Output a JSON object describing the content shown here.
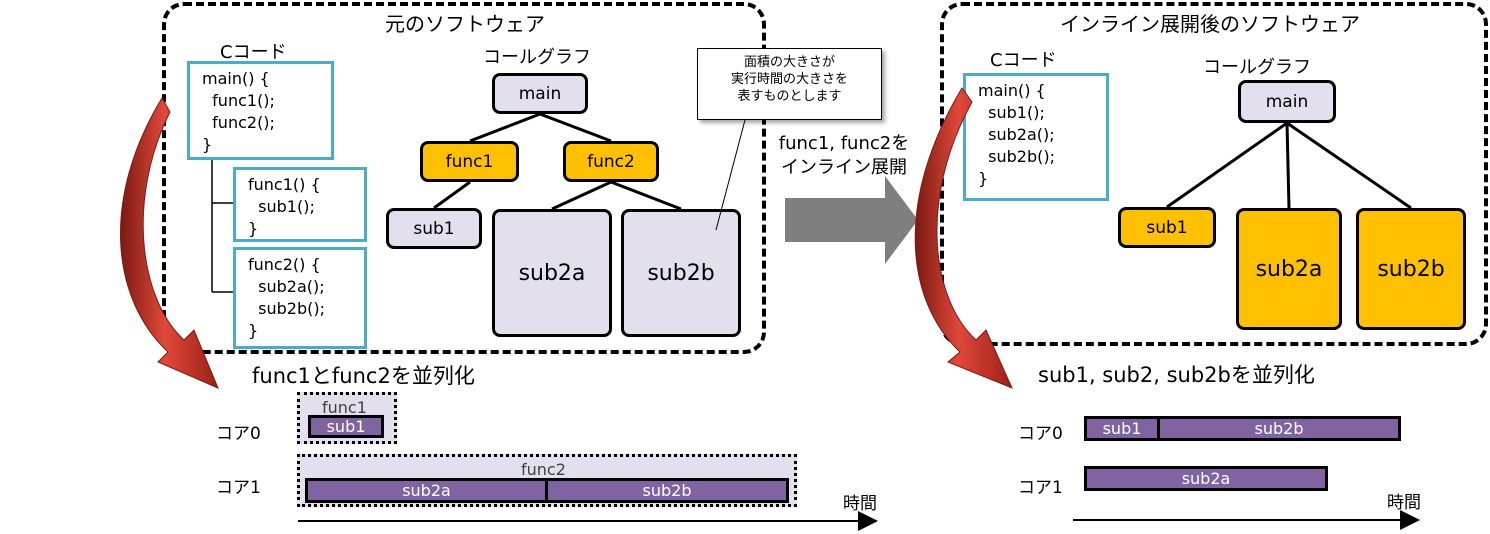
{
  "left_panel": {
    "title": "元のソフトウェア",
    "code_label": "Cコード",
    "code_main": "main() {\n  func1();\n  func2();\n}",
    "code_func1": "func1() {\n  sub1();\n}",
    "code_func2": "func2() {\n  sub2a();\n  sub2b();\n}",
    "graph_label": "コールグラフ",
    "nodes": {
      "main": "main",
      "func1": "func1",
      "func2": "func2",
      "sub1": "sub1",
      "sub2a": "sub2a",
      "sub2b": "sub2b"
    },
    "callout": "面積の大きさが\n実行時間の大きさを\n表すものとします"
  },
  "middle": {
    "inline_label": "func1, func2を\nインライン展開"
  },
  "right_panel": {
    "title": "インライン展開後のソフトウェア",
    "code_label": "Cコード",
    "code_main": "main() {\n  sub1();\n  sub2a();\n  sub2b();\n}",
    "graph_label": "コールグラフ",
    "nodes": {
      "main": "main",
      "sub1": "sub1",
      "sub2a": "sub2a",
      "sub2b": "sub2b"
    }
  },
  "left_schedule": {
    "heading": "func1とfunc2を並列化",
    "core0": "コア0",
    "core1": "コア1",
    "func1_label": "func1",
    "func2_label": "func2",
    "sub1": "sub1",
    "sub2a": "sub2a",
    "sub2b": "sub2b",
    "time": "時間"
  },
  "right_schedule": {
    "heading": "sub1, sub2, sub2bを並列化",
    "core0": "コア0",
    "core1": "コア1",
    "sub1": "sub1",
    "sub2a": "sub2a",
    "sub2b": "sub2b",
    "time": "時間"
  },
  "colors": {
    "panel_border": "#000000",
    "code_border": "#4bacc6",
    "node_gray": "#e4dfec",
    "node_gold": "#ffc000",
    "bar_purple": "#8064a2",
    "curved_arrow": "#c0392b",
    "block_arrow": "#7f7f7f"
  }
}
